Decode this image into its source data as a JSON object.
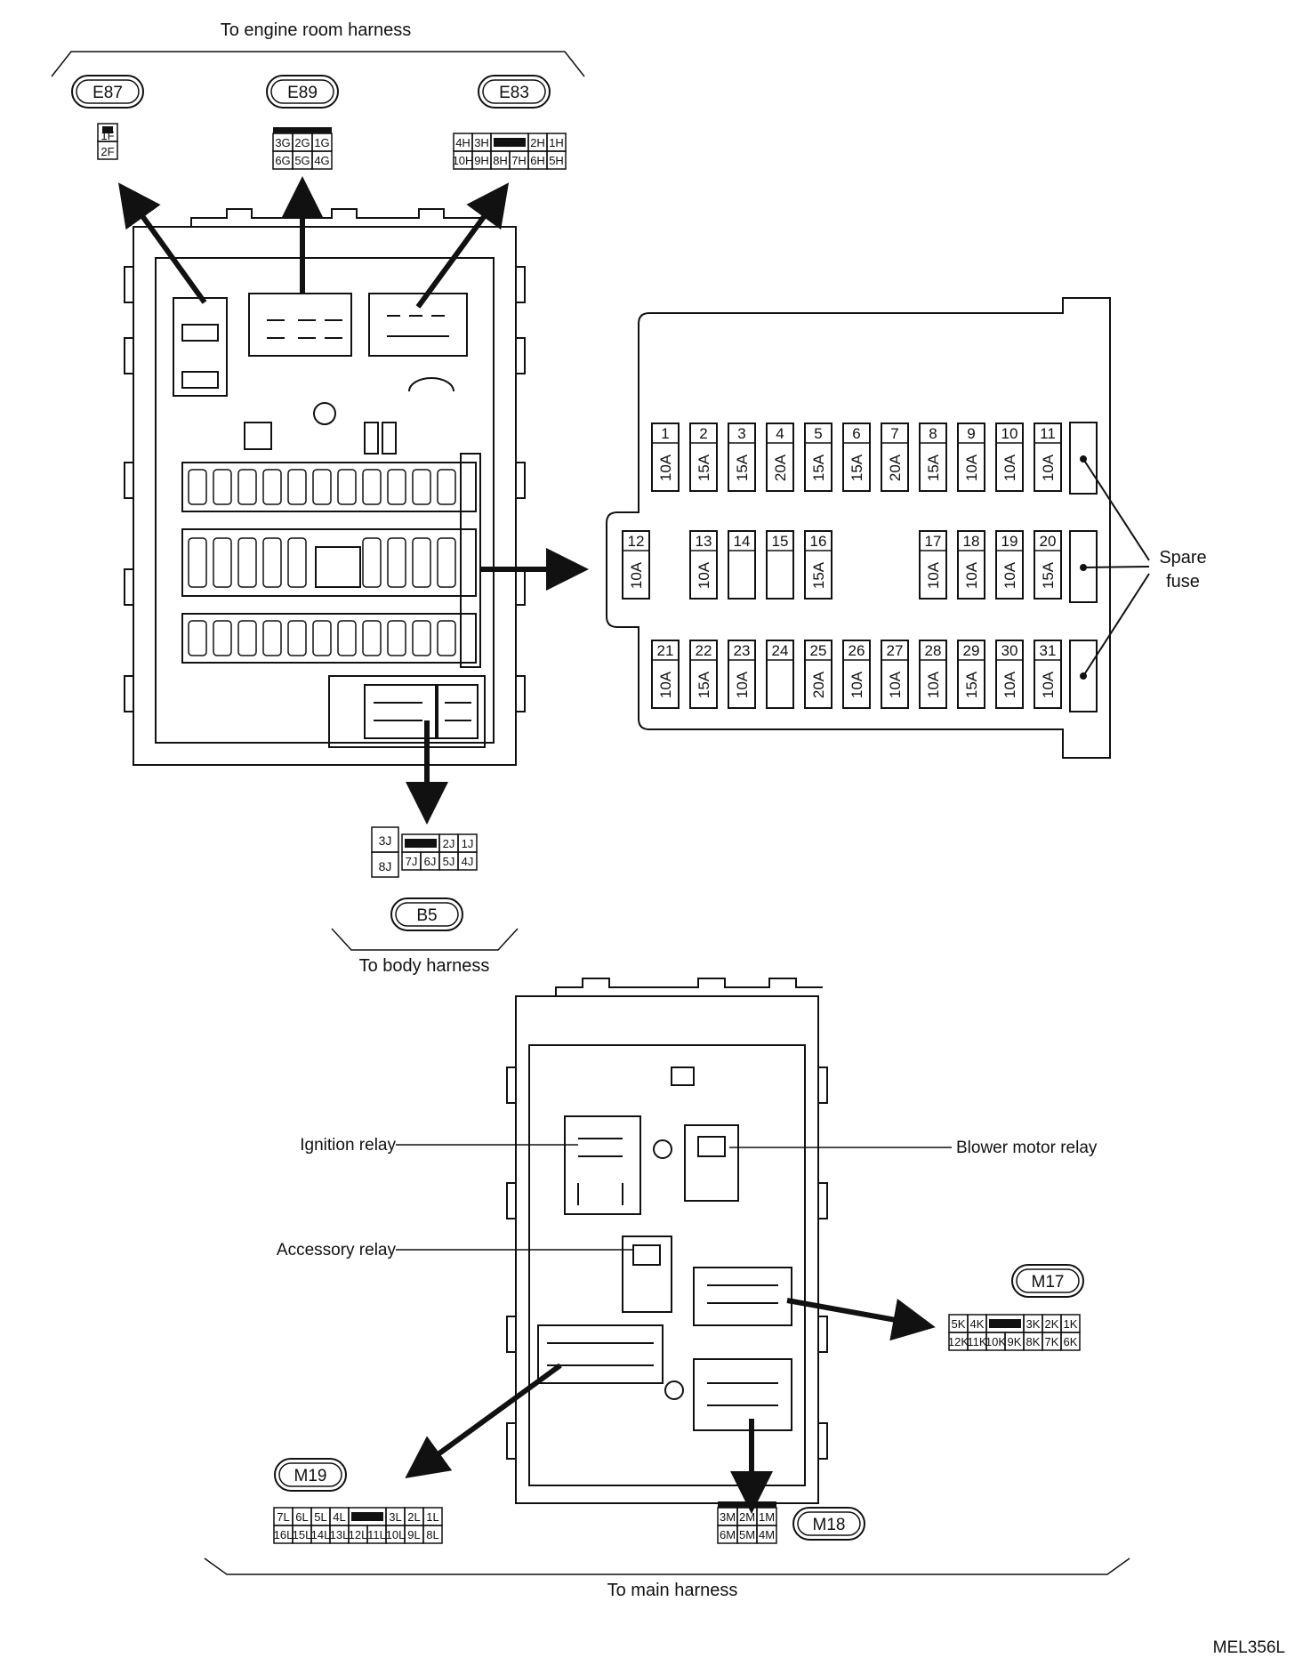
{
  "labels": {
    "engine_harness": "To engine room harness",
    "body_harness": "To body harness",
    "main_harness": "To main harness",
    "spare_fuse_line1": "Spare",
    "spare_fuse_line2": "fuse",
    "ignition_relay": "Ignition relay",
    "accessory_relay": "Accessory relay",
    "blower_motor_relay": "Blower motor relay",
    "figure_code": "MEL356L"
  },
  "connectors": {
    "E87": {
      "id": "E87",
      "top": [
        "1F"
      ],
      "bottom": [
        "2F"
      ]
    },
    "E89": {
      "id": "E89",
      "top": [
        "3G",
        "2G",
        "1G"
      ],
      "bottom": [
        "6G",
        "5G",
        "4G"
      ]
    },
    "E83": {
      "id": "E83",
      "top": [
        "4H",
        "3H",
        "",
        "2H",
        "1H"
      ],
      "bottom": [
        "10H",
        "9H",
        "8H",
        "7H",
        "6H",
        "5H"
      ]
    },
    "B5": {
      "id": "B5",
      "left_top": "3J",
      "left_bottom": "8J",
      "top": [
        "",
        "2J",
        "1J"
      ],
      "bottom": [
        "7J",
        "6J",
        "5J",
        "4J"
      ]
    },
    "M17": {
      "id": "M17",
      "top": [
        "5K",
        "4K",
        "",
        "3K",
        "2K",
        "1K"
      ],
      "bottom": [
        "12K",
        "11K",
        "10K",
        "9K",
        "8K",
        "7K",
        "6K"
      ]
    },
    "M18": {
      "id": "M18",
      "top": [
        "3M",
        "2M",
        "1M"
      ],
      "bottom": [
        "6M",
        "5M",
        "4M"
      ]
    },
    "M19": {
      "id": "M19",
      "top": [
        "7L",
        "6L",
        "5L",
        "4L",
        "",
        "3L",
        "2L",
        "1L"
      ],
      "bottom": [
        "16L",
        "15L",
        "14L",
        "13L",
        "12L",
        "11L",
        "10L",
        "9L",
        "8L"
      ]
    }
  },
  "fuses": {
    "row1": [
      {
        "no": "1",
        "amp": "10A"
      },
      {
        "no": "2",
        "amp": "15A"
      },
      {
        "no": "3",
        "amp": "15A"
      },
      {
        "no": "4",
        "amp": "20A"
      },
      {
        "no": "5",
        "amp": "15A"
      },
      {
        "no": "6",
        "amp": "15A"
      },
      {
        "no": "7",
        "amp": "20A"
      },
      {
        "no": "8",
        "amp": "15A"
      },
      {
        "no": "9",
        "amp": "10A"
      },
      {
        "no": "10",
        "amp": "10A"
      },
      {
        "no": "11",
        "amp": "10A"
      }
    ],
    "row2": [
      {
        "no": "12",
        "amp": "10A"
      },
      {
        "no": "13",
        "amp": "10A"
      },
      {
        "no": "14",
        "amp": ""
      },
      {
        "no": "15",
        "amp": ""
      },
      {
        "no": "16",
        "amp": "15A"
      },
      {
        "no": "17",
        "amp": "10A"
      },
      {
        "no": "18",
        "amp": "10A"
      },
      {
        "no": "19",
        "amp": "10A"
      },
      {
        "no": "20",
        "amp": "15A"
      }
    ],
    "row3": [
      {
        "no": "21",
        "amp": "10A"
      },
      {
        "no": "22",
        "amp": "15A"
      },
      {
        "no": "23",
        "amp": "10A"
      },
      {
        "no": "24",
        "amp": ""
      },
      {
        "no": "25",
        "amp": "20A"
      },
      {
        "no": "26",
        "amp": "10A"
      },
      {
        "no": "27",
        "amp": "10A"
      },
      {
        "no": "28",
        "amp": "10A"
      },
      {
        "no": "29",
        "amp": "15A"
      },
      {
        "no": "30",
        "amp": "10A"
      },
      {
        "no": "31",
        "amp": "10A"
      }
    ]
  }
}
